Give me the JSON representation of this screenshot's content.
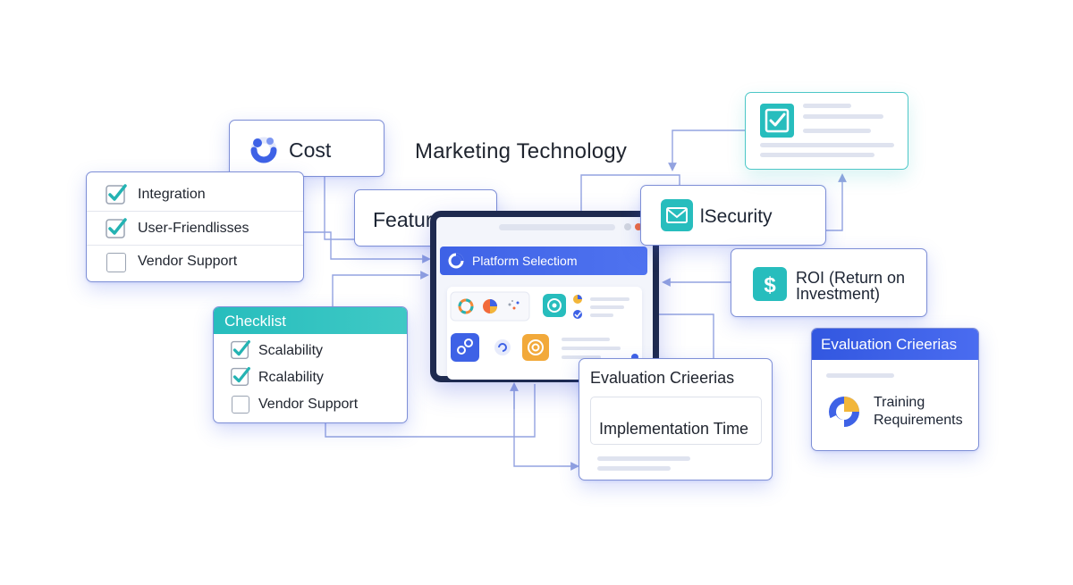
{
  "title": "Marketing Technology",
  "cost": {
    "label": "Cost",
    "icon": "cost-donut-icon"
  },
  "features": {
    "label": "Features"
  },
  "criteria_list": {
    "items": [
      {
        "label": "Integration",
        "checked": true
      },
      {
        "label": "User-Friendlisses",
        "checked": true
      },
      {
        "label": "Vendor Support",
        "checked": false
      }
    ]
  },
  "checklist": {
    "header": "Checklist",
    "items": [
      {
        "label": "Scalability",
        "checked": true
      },
      {
        "label": "Rcalability",
        "checked": true
      },
      {
        "label": "Vendor Support",
        "checked": false
      }
    ]
  },
  "platform": {
    "label": "Platform Selectiom",
    "icon": "platform-ring-icon"
  },
  "security": {
    "label": "lSecurity",
    "icon": "email-icon"
  },
  "roi": {
    "line1": "ROI (Return on",
    "line2": "Investment)",
    "icon": "dollar-icon"
  },
  "eval_middle": {
    "header": "Evaluation Crieerias",
    "item": "Implementation Time"
  },
  "eval_right": {
    "header": "Evaluation Crieerias",
    "line1": "Training",
    "line2": "Requirements",
    "icon": "pie-chart-icon"
  },
  "doc_card": {
    "icon": "checkbox-icon"
  },
  "colors": {
    "accent_blue": "#3e62e6",
    "accent_teal": "#27bdbd",
    "card_border": "#7e8fd6",
    "connector": "#93a3e0",
    "laptop_frame": "#1e2a4f"
  }
}
